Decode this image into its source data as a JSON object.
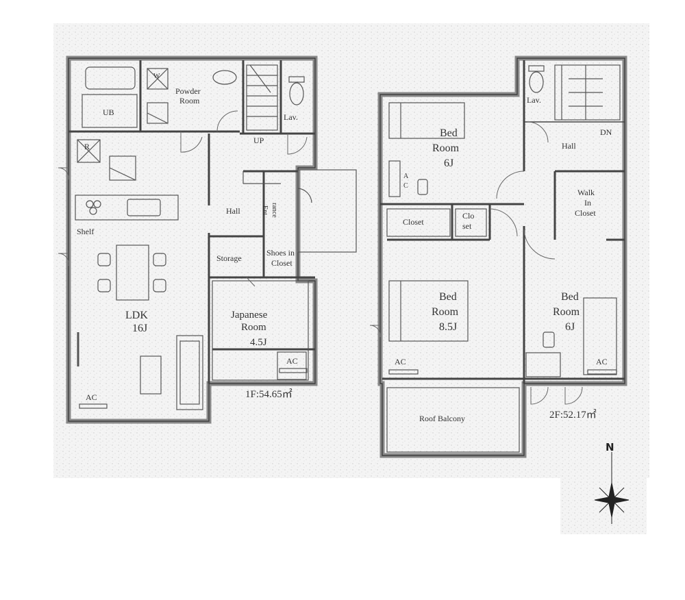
{
  "floor1": {
    "area_label": "1F:54.65㎡",
    "rooms": {
      "ub": "UB",
      "washer": "W",
      "powder_l1": "Powder",
      "powder_l2": "Room",
      "lav": "Lav.",
      "up": "UP",
      "fridge": "R",
      "hall": "Hall",
      "ent_l1": "Ent",
      "ent_l2": "rance",
      "storage": "Storage",
      "shoes_l1": "Shoes in",
      "shoes_l2": "Closet",
      "shelf": "Shelf",
      "ldk_l1": "LDK",
      "ldk_l2": "16J",
      "japanese_l1": "Japanese",
      "japanese_l2": "Room",
      "japanese_l3": "4.5J",
      "ac_japanese": "AC",
      "ac_ldk": "AC"
    }
  },
  "floor2": {
    "area_label": "2F:52.17㎡",
    "rooms": {
      "bed1_l1": "Bed",
      "bed1_l2": "Room",
      "bed1_l3": "6J",
      "ac_bed1_a": "A",
      "ac_bed1_c": "C",
      "lav": "Lav.",
      "hall": "Hall",
      "dn": "DN",
      "closet": "Closet",
      "clo_l1": "Clo",
      "clo_l2": "set",
      "walk_l1": "Walk",
      "walk_l2": "In",
      "walk_l3": "Closet",
      "bed2_l1": "Bed",
      "bed2_l2": "Room",
      "bed2_l3": "8.5J",
      "ac_bed2": "AC",
      "bed3_l1": "Bed",
      "bed3_l2": "Room",
      "bed3_l3": "6J",
      "ac_bed3": "AC",
      "balcony": "Roof Balcony"
    }
  },
  "compass": {
    "north": "N"
  }
}
